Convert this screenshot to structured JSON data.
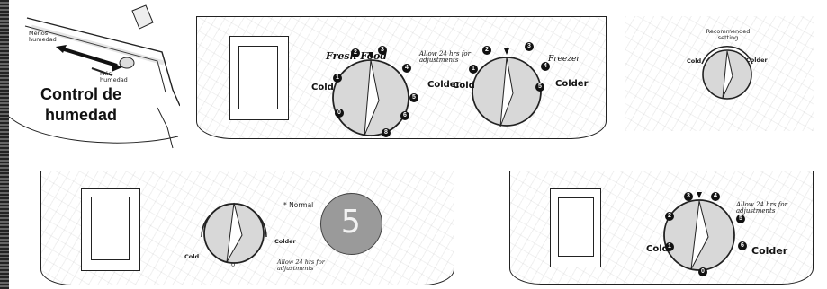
{
  "humidity": {
    "less_label": "Menos humedad",
    "more_label": "Más humedad",
    "title_line1": "Control de",
    "title_line2": "humedad"
  },
  "panel_a": {
    "fresh_food_label": "Fresh Food",
    "freezer_label": "Freezer",
    "cold_label": "Cold",
    "colder_label": "Colder",
    "note": "Allow 24 hrs for adjustments",
    "fresh_dial": {
      "marks": [
        "0",
        "1",
        "2",
        "3",
        "4",
        "5",
        "6",
        "8"
      ]
    },
    "freezer_dial": {
      "marks": [
        "1",
        "2",
        "3",
        "4",
        "5"
      ]
    }
  },
  "panel_b": {
    "recommended": "Recommended setting",
    "cold_label": "Cold",
    "colder_label": "Colder"
  },
  "panel_c": {
    "normal_label": "* Normal",
    "cold_label": "Cold",
    "colder_label": "Colder",
    "zero_label": "0",
    "note": "Allow 24 hrs for adjustments",
    "display_digit": "5"
  },
  "panel_d": {
    "cold_label": "Cold",
    "colder_label": "Colder",
    "note": "Allow 24 hrs for adjustments",
    "dial_marks": [
      "0",
      "1",
      "2",
      "3",
      "4",
      "5",
      "6"
    ]
  },
  "colors": {
    "line": "#222222",
    "dial_fill": "#d8d8d8",
    "display_bg": "#9a9a9a",
    "display_digit": "#f2f2f2"
  }
}
